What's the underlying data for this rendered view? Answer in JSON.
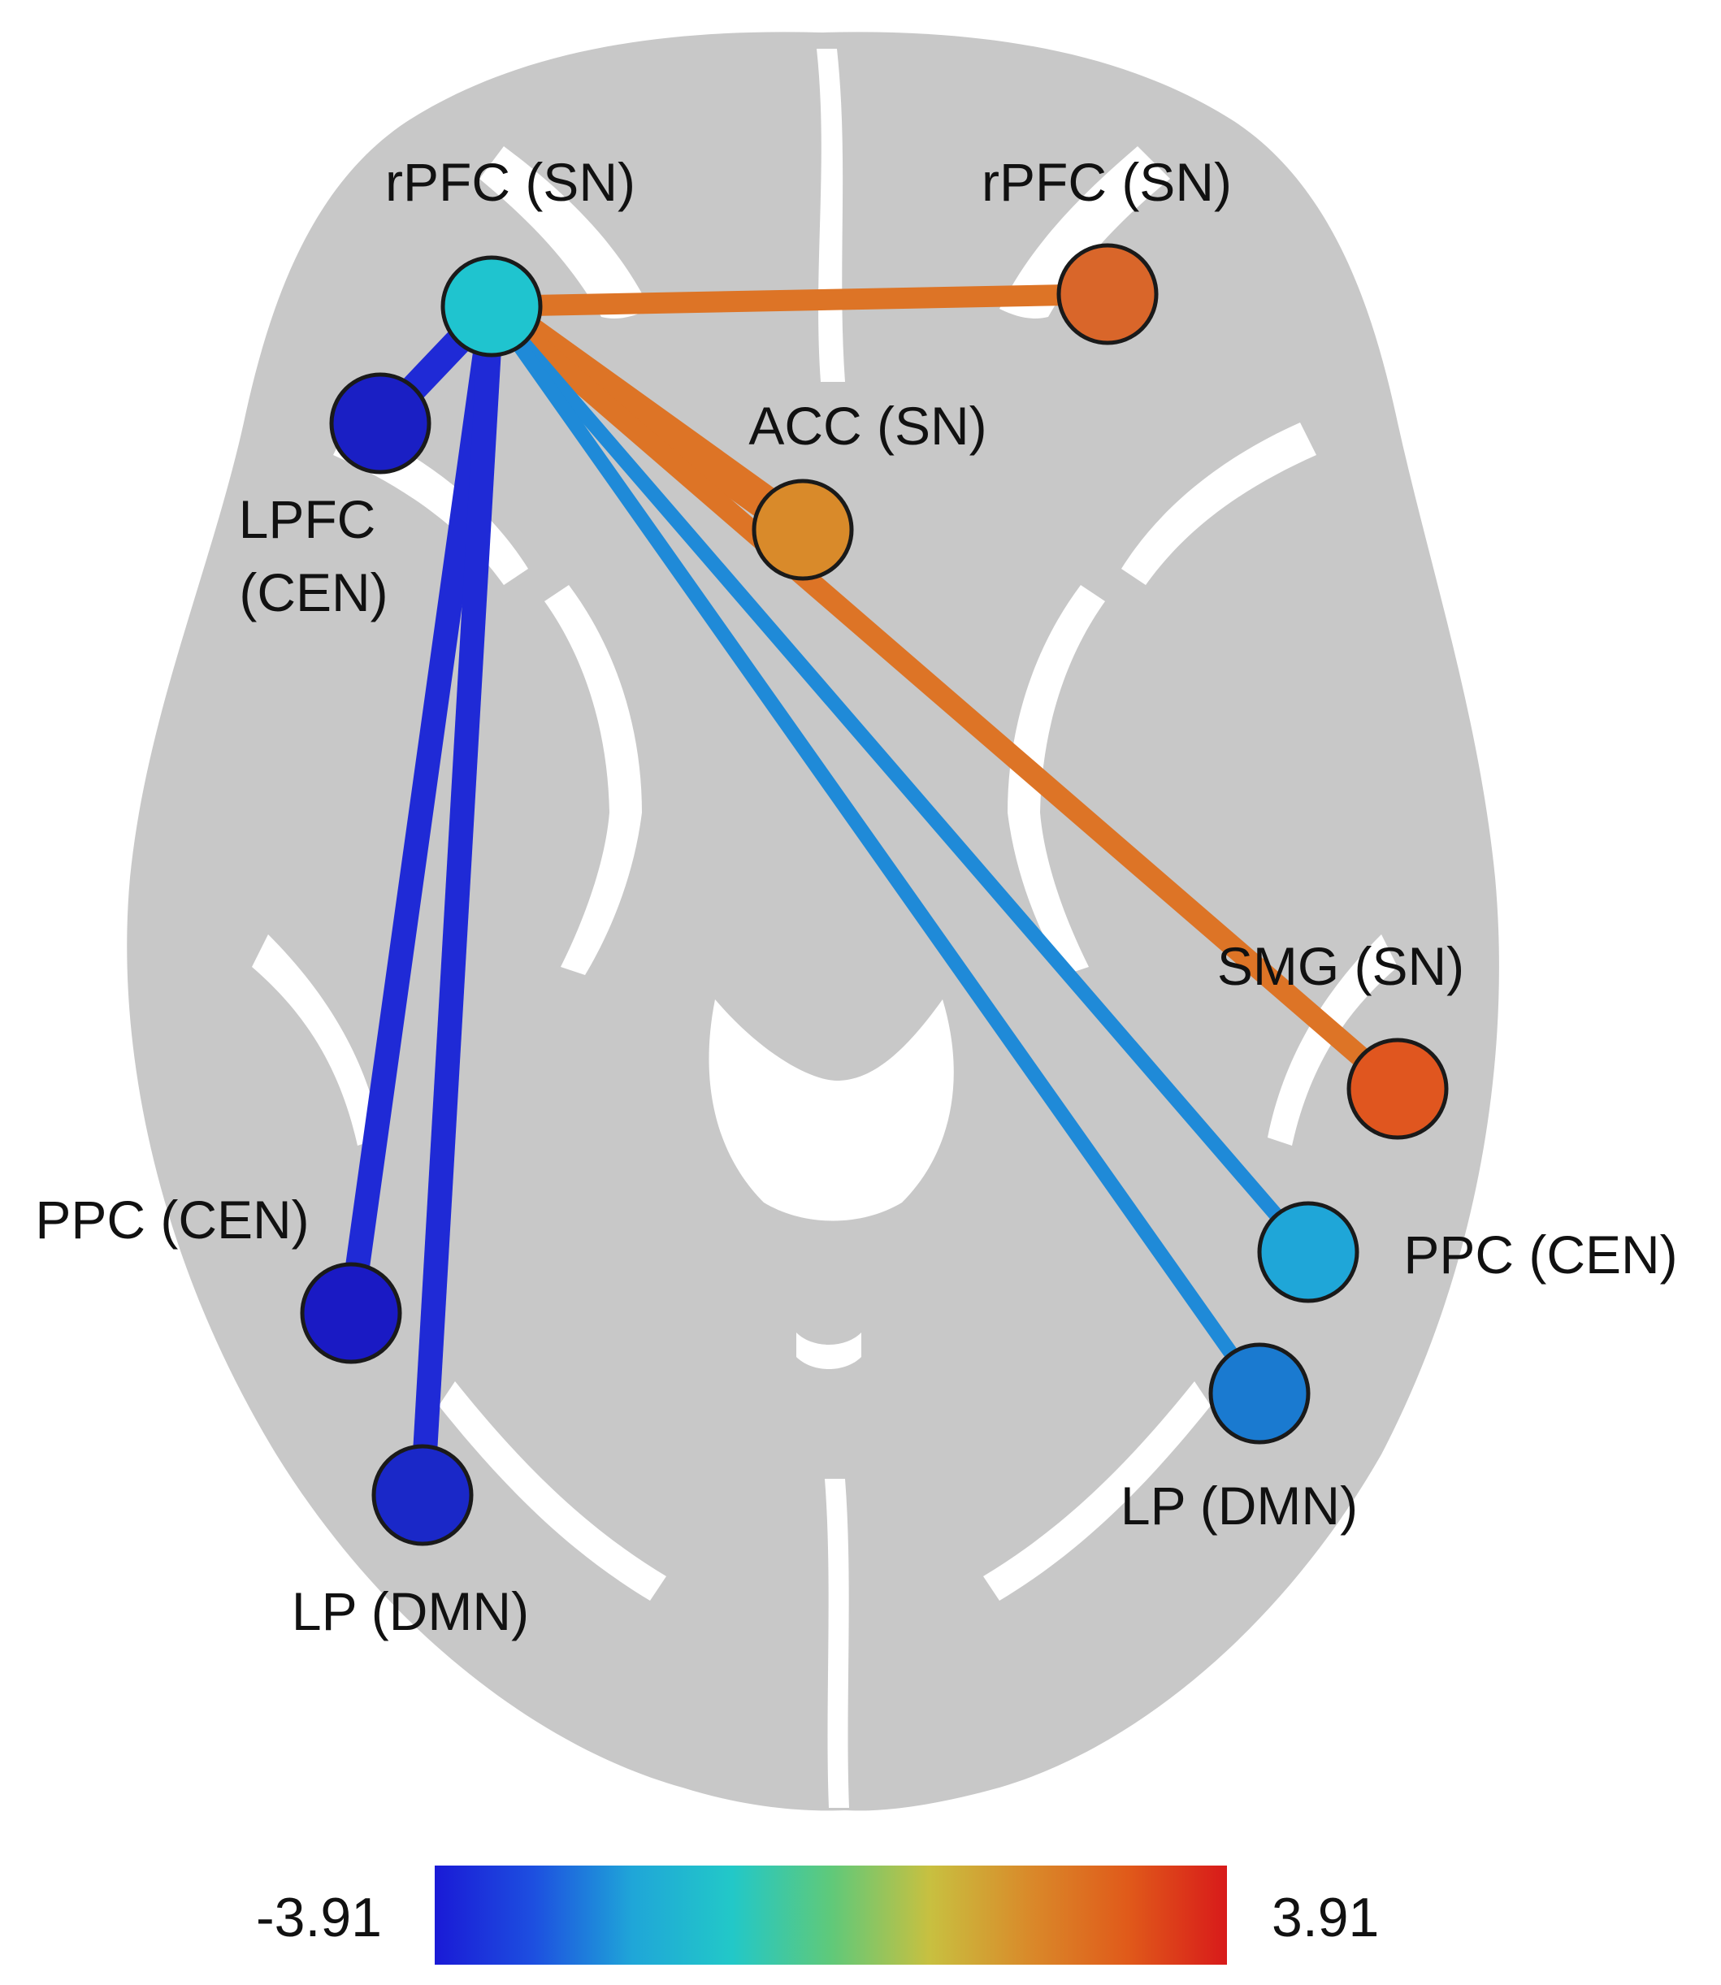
{
  "colorbar": {
    "min_label": "-3.91",
    "max_label": "3.91",
    "stops": [
      "#1a1ad6",
      "#1d4fe0",
      "#1fa6d8",
      "#22c8c8",
      "#5fc97a",
      "#c8c040",
      "#d98a2a",
      "#e05a1a",
      "#d81a1a"
    ]
  },
  "nodes": [
    {
      "id": "rpfc-left",
      "label": "rPFC (SN)",
      "color": "#1fc4cf"
    },
    {
      "id": "rpfc-right",
      "label": "rPFC (SN)",
      "color": "#d9662a"
    },
    {
      "id": "acc",
      "label": "ACC (SN)",
      "color": "#d98a2a"
    },
    {
      "id": "lpfc",
      "label_lines": [
        "LPFC",
        "(CEN)"
      ],
      "color": "#1a1fc4"
    },
    {
      "id": "smg",
      "label": "SMG (SN)",
      "color": "#e0561f"
    },
    {
      "id": "ppc-left",
      "label": "PPC (CEN)",
      "color": "#1a1ac4"
    },
    {
      "id": "ppc-right",
      "label": "PPC (CEN)",
      "color": "#1fa6d8"
    },
    {
      "id": "lp-left",
      "label": "LP (DMN)",
      "color": "#1a28c8"
    },
    {
      "id": "lp-right",
      "label": "LP (DMN)",
      "color": "#1a7ad0"
    }
  ],
  "edges": [
    {
      "from": "rpfc-left",
      "to": "rpfc-right",
      "color": "#dd7426"
    },
    {
      "from": "rpfc-left",
      "to": "lpfc",
      "color": "#1f2ad6"
    },
    {
      "from": "rpfc-left",
      "to": "acc",
      "color": "#dd7426"
    },
    {
      "from": "rpfc-left",
      "to": "smg",
      "color": "#dd7426"
    },
    {
      "from": "rpfc-left",
      "to": "ppc-left",
      "color": "#1f2ad6"
    },
    {
      "from": "rpfc-left",
      "to": "lp-left",
      "color": "#1f2ad6"
    },
    {
      "from": "rpfc-left",
      "to": "ppc-right",
      "color": "#1f8ad8"
    },
    {
      "from": "rpfc-left",
      "to": "lp-right",
      "color": "#1f8ad8"
    }
  ]
}
